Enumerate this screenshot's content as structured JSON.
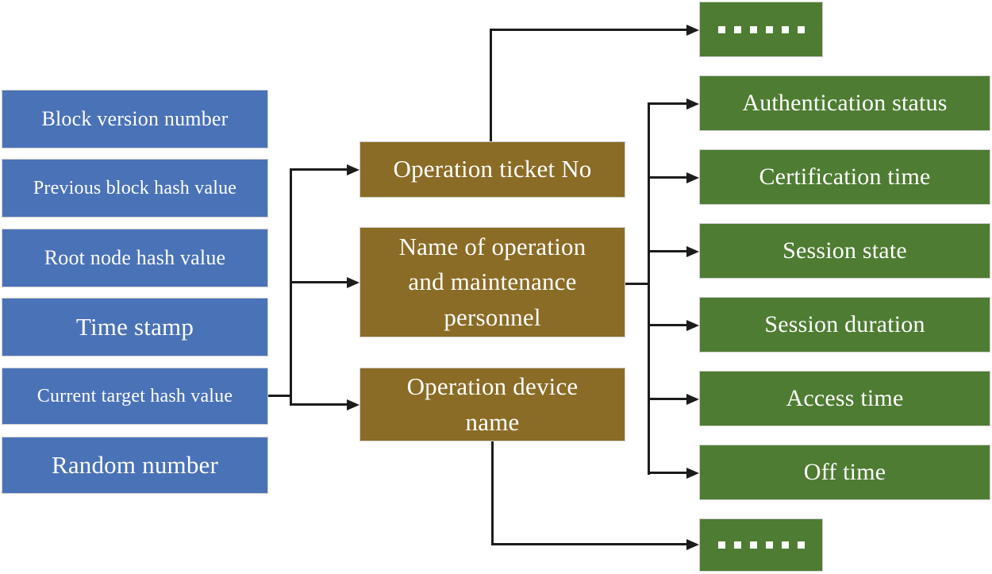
{
  "diagram": {
    "title": "block-structure-diagram",
    "colors": {
      "block_header_fill": "#4a72b7",
      "operation_record_fill": "#8a6c26",
      "session_attribute_fill": "#4e7c32",
      "connector": "#1c1c1c",
      "text": "#ffffff"
    },
    "left_column": {
      "items": [
        "Block version number",
        "Previous block hash value",
        "Root node hash value",
        "Time stamp",
        "Current target hash value",
        "Random number"
      ]
    },
    "middle_column": {
      "items": [
        "Operation ticket No",
        "Name of operation and maintenance personnel",
        "Operation device name"
      ]
    },
    "right_column": {
      "items": [
        "......",
        "Authentication status",
        "Certification time",
        "Session state",
        "Session duration",
        "Access time",
        "Off time",
        "......"
      ]
    }
  }
}
